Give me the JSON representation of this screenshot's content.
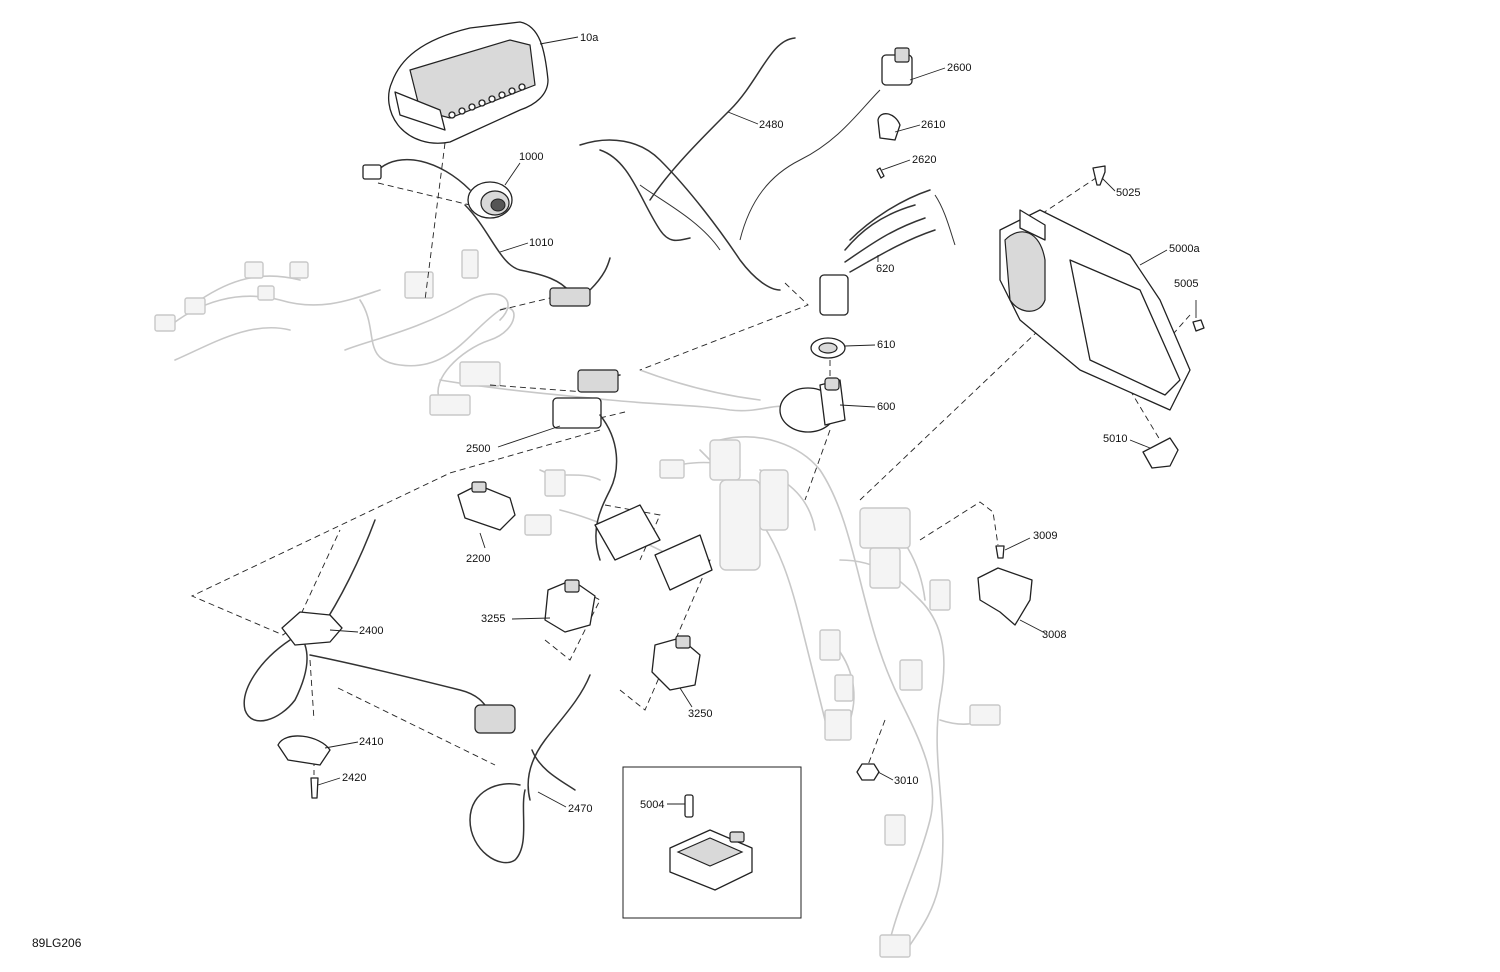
{
  "reference_code": "89LG206",
  "callouts": [
    {
      "id": "10a",
      "text": "10a"
    },
    {
      "id": "1000",
      "text": "1000"
    },
    {
      "id": "1010",
      "text": "1010"
    },
    {
      "id": "2480",
      "text": "2480"
    },
    {
      "id": "2600",
      "text": "2600"
    },
    {
      "id": "2610",
      "text": "2610"
    },
    {
      "id": "2620",
      "text": "2620"
    },
    {
      "id": "5025",
      "text": "5025"
    },
    {
      "id": "5000a",
      "text": "5000a"
    },
    {
      "id": "5005",
      "text": "5005"
    },
    {
      "id": "620",
      "text": "620"
    },
    {
      "id": "610",
      "text": "610"
    },
    {
      "id": "600",
      "text": "600"
    },
    {
      "id": "5010",
      "text": "5010"
    },
    {
      "id": "2500",
      "text": "2500"
    },
    {
      "id": "2200",
      "text": "2200"
    },
    {
      "id": "3009",
      "text": "3009"
    },
    {
      "id": "3008",
      "text": "3008"
    },
    {
      "id": "3255",
      "text": "3255"
    },
    {
      "id": "2400",
      "text": "2400"
    },
    {
      "id": "3250",
      "text": "3250"
    },
    {
      "id": "2410",
      "text": "2410"
    },
    {
      "id": "2420",
      "text": "2420"
    },
    {
      "id": "2470",
      "text": "2470"
    },
    {
      "id": "3010",
      "text": "3010"
    },
    {
      "id": "5004",
      "text": "5004"
    }
  ]
}
